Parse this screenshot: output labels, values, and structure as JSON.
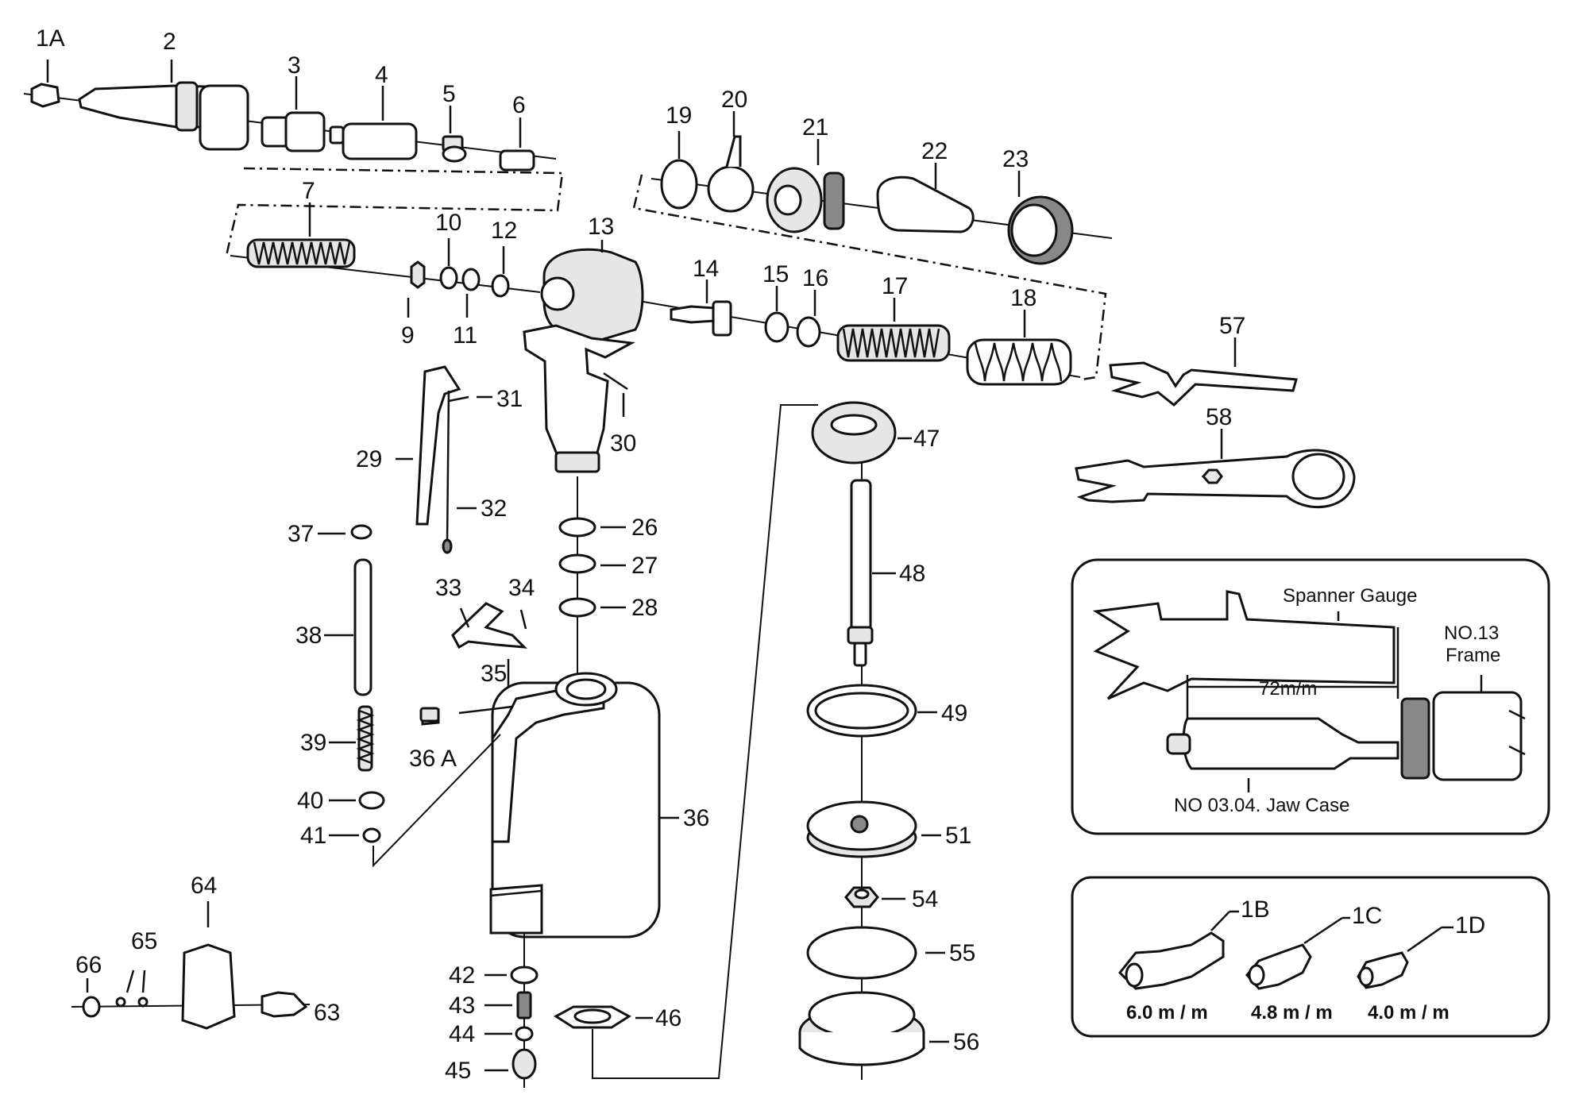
{
  "diagram": {
    "part_labels": {
      "p1A": "1A",
      "p2": "2",
      "p3": "3",
      "p4": "4",
      "p5": "5",
      "p6": "6",
      "p7": "7",
      "p9": "9",
      "p10": "10",
      "p11": "11",
      "p12": "12",
      "p13": "13",
      "p14": "14",
      "p15": "15",
      "p16": "16",
      "p17": "17",
      "p18": "18",
      "p19": "19",
      "p20": "20",
      "p21": "21",
      "p22": "22",
      "p23": "23",
      "p26": "26",
      "p27": "27",
      "p28": "28",
      "p29": "29",
      "p30": "30",
      "p31": "31",
      "p32": "32",
      "p33": "33",
      "p34": "34",
      "p35": "35",
      "p36": "36",
      "p36A": "36 A",
      "p37": "37",
      "p38": "38",
      "p39": "39",
      "p40": "40",
      "p41": "41",
      "p42": "42",
      "p43": "43",
      "p44": "44",
      "p45": "45",
      "p46": "46",
      "p47": "47",
      "p48": "48",
      "p49": "49",
      "p51": "51",
      "p54": "54",
      "p55": "55",
      "p56": "56",
      "p57": "57",
      "p58": "58",
      "p63": "63",
      "p64": "64",
      "p65": "65",
      "p66": "66"
    },
    "gauge_box": {
      "title": "Spanner Gauge",
      "frame_label_line1": "NO.13",
      "frame_label_line2": "Frame",
      "dimension": "72m/m",
      "jaw_case_label": "NO 03.04. Jaw Case"
    },
    "nozzle_box": {
      "items": [
        {
          "part": "1B",
          "size": "6.0 m / m"
        },
        {
          "part": "1C",
          "size": "4.8 m / m"
        },
        {
          "part": "1D",
          "size": "4.0 m / m"
        }
      ]
    }
  }
}
